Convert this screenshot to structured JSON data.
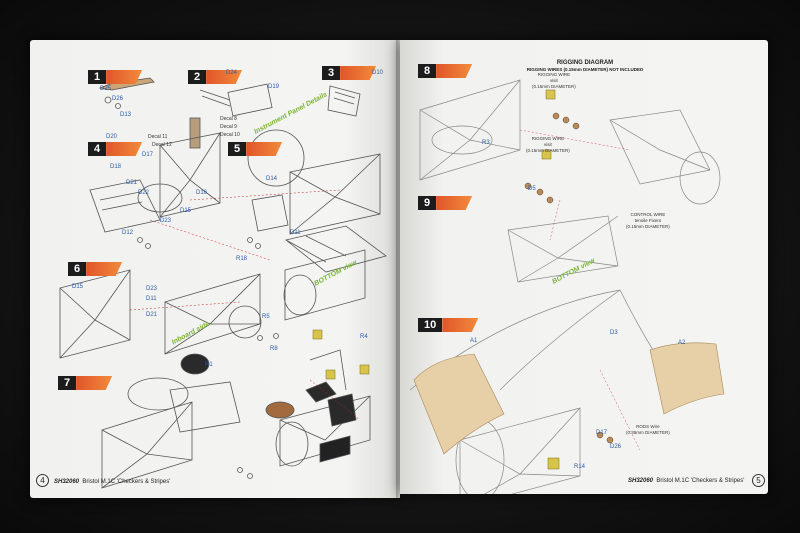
{
  "left_page": {
    "steps": [
      "1",
      "2",
      "3",
      "4",
      "5",
      "6",
      "7"
    ],
    "labels": [
      "D25",
      "D26",
      "D13",
      "D24",
      "D19",
      "D10",
      "D20",
      "D17",
      "D18",
      "D21",
      "D16",
      "D22",
      "D23",
      "D15",
      "D14",
      "D11",
      "D12",
      "R18",
      "D15",
      "D23",
      "D11",
      "D21",
      "R5",
      "R8",
      "R1",
      "R4"
    ],
    "decals": [
      "Decal 8",
      "Decal 9",
      "Decal 10",
      "Decal 11",
      "Decal 12"
    ],
    "green_notes": {
      "step3": "Instrument Panel Details",
      "step5": "BOTTOM view",
      "step6": "Inboard side"
    },
    "footer": {
      "code": "SH32060",
      "title": "Bristol M.1C 'Checkers & Stripes'"
    },
    "page_number": "4"
  },
  "right_page": {
    "steps": [
      "8",
      "9",
      "10"
    ],
    "rigging_title": "RIGGING DIAGRAM",
    "rigging_subtitle": "RIGGING WIRES (0.15mm DIAMETER) NOT INCLUDED",
    "notes": [
      "RIGGING WIRE\nvisit\n(0.15mm DIAMETER)",
      "RIGGING WIRE\nvisit\n(0.15mm DIAMETER)",
      "CONTROL WIRE\ntensile Fixers\n(0.15mm DIAMETER)",
      "RODS Wire\n(0.35mm DIAMETER)"
    ],
    "green_notes": {
      "step9": "BOTTOM view"
    },
    "labels": [
      "R3",
      "D5",
      "A1",
      "D3",
      "A2",
      "D17",
      "D26",
      "R14"
    ],
    "footer": {
      "code": "SH32060",
      "title": "Bristol M.1C 'Checkers & Stripes'"
    },
    "page_number": "5"
  }
}
